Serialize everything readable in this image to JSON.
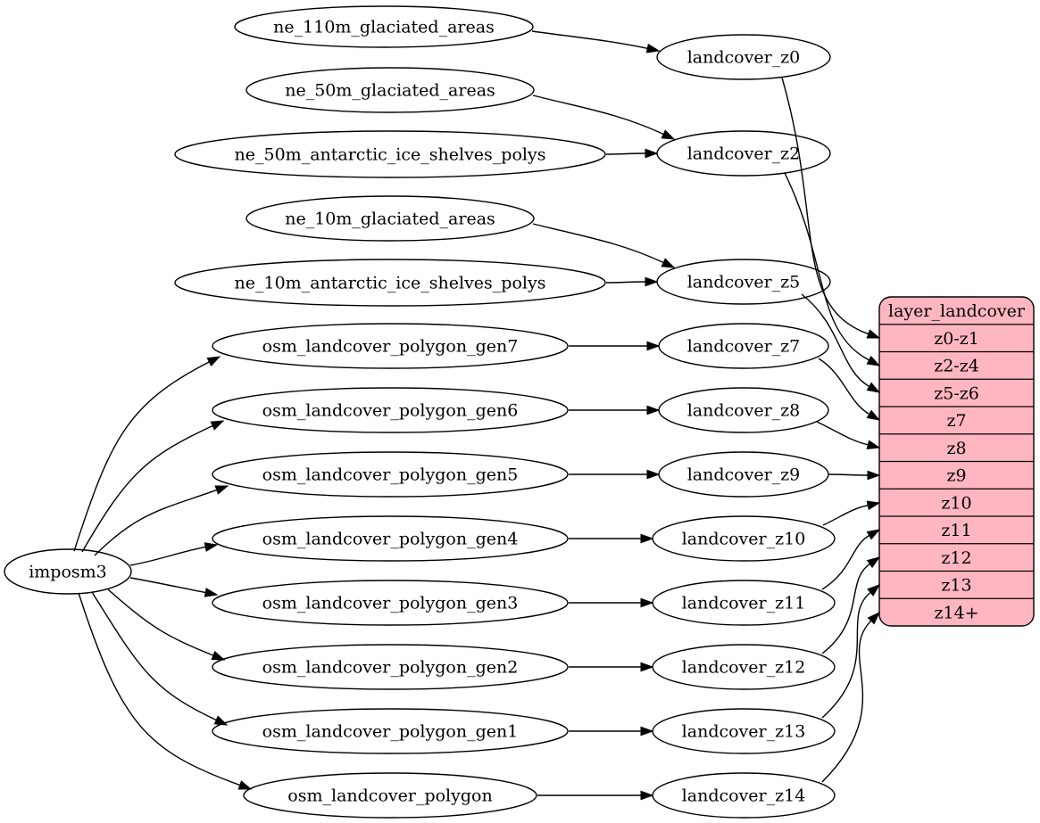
{
  "diagram": {
    "type": "dependency-graph",
    "colors": {
      "background": "#ffffff",
      "node_fill": "#ffffff",
      "node_stroke": "#000000",
      "edge": "#000000",
      "record_fill": "#ffb6c1",
      "text": "#000000"
    },
    "nodes": [
      {
        "id": "imposm3",
        "label": "imposm3"
      },
      {
        "id": "ne_110m_glaciated_areas",
        "label": "ne_110m_glaciated_areas"
      },
      {
        "id": "ne_50m_glaciated_areas",
        "label": "ne_50m_glaciated_areas"
      },
      {
        "id": "ne_50m_antarctic_ice_shelves_polys",
        "label": "ne_50m_antarctic_ice_shelves_polys"
      },
      {
        "id": "ne_10m_glaciated_areas",
        "label": "ne_10m_glaciated_areas"
      },
      {
        "id": "ne_10m_antarctic_ice_shelves_polys",
        "label": "ne_10m_antarctic_ice_shelves_polys"
      },
      {
        "id": "osm_landcover_polygon_gen7",
        "label": "osm_landcover_polygon_gen7"
      },
      {
        "id": "osm_landcover_polygon_gen6",
        "label": "osm_landcover_polygon_gen6"
      },
      {
        "id": "osm_landcover_polygon_gen5",
        "label": "osm_landcover_polygon_gen5"
      },
      {
        "id": "osm_landcover_polygon_gen4",
        "label": "osm_landcover_polygon_gen4"
      },
      {
        "id": "osm_landcover_polygon_gen3",
        "label": "osm_landcover_polygon_gen3"
      },
      {
        "id": "osm_landcover_polygon_gen2",
        "label": "osm_landcover_polygon_gen2"
      },
      {
        "id": "osm_landcover_polygon_gen1",
        "label": "osm_landcover_polygon_gen1"
      },
      {
        "id": "osm_landcover_polygon",
        "label": "osm_landcover_polygon"
      },
      {
        "id": "landcover_z0",
        "label": "landcover_z0"
      },
      {
        "id": "landcover_z2",
        "label": "landcover_z2"
      },
      {
        "id": "landcover_z5",
        "label": "landcover_z5"
      },
      {
        "id": "landcover_z7",
        "label": "landcover_z7"
      },
      {
        "id": "landcover_z8",
        "label": "landcover_z8"
      },
      {
        "id": "landcover_z9",
        "label": "landcover_z9"
      },
      {
        "id": "landcover_z10",
        "label": "landcover_z10"
      },
      {
        "id": "landcover_z11",
        "label": "landcover_z11"
      },
      {
        "id": "landcover_z12",
        "label": "landcover_z12"
      },
      {
        "id": "landcover_z13",
        "label": "landcover_z13"
      },
      {
        "id": "landcover_z14",
        "label": "landcover_z14"
      }
    ],
    "record": {
      "id": "layer_landcover",
      "title": "layer_landcover",
      "rows": [
        "z0-z1",
        "z2-z4",
        "z5-z6",
        "z7",
        "z8",
        "z9",
        "z10",
        "z11",
        "z12",
        "z13",
        "z14+"
      ]
    },
    "edges": [
      {
        "from": "imposm3",
        "to": "osm_landcover_polygon_gen7"
      },
      {
        "from": "imposm3",
        "to": "osm_landcover_polygon_gen6"
      },
      {
        "from": "imposm3",
        "to": "osm_landcover_polygon_gen5"
      },
      {
        "from": "imposm3",
        "to": "osm_landcover_polygon_gen4"
      },
      {
        "from": "imposm3",
        "to": "osm_landcover_polygon_gen3"
      },
      {
        "from": "imposm3",
        "to": "osm_landcover_polygon_gen2"
      },
      {
        "from": "imposm3",
        "to": "osm_landcover_polygon_gen1"
      },
      {
        "from": "imposm3",
        "to": "osm_landcover_polygon"
      },
      {
        "from": "ne_110m_glaciated_areas",
        "to": "landcover_z0"
      },
      {
        "from": "ne_50m_glaciated_areas",
        "to": "landcover_z2"
      },
      {
        "from": "ne_50m_antarctic_ice_shelves_polys",
        "to": "landcover_z2"
      },
      {
        "from": "ne_10m_glaciated_areas",
        "to": "landcover_z5"
      },
      {
        "from": "ne_10m_antarctic_ice_shelves_polys",
        "to": "landcover_z5"
      },
      {
        "from": "osm_landcover_polygon_gen7",
        "to": "landcover_z7"
      },
      {
        "from": "osm_landcover_polygon_gen6",
        "to": "landcover_z8"
      },
      {
        "from": "osm_landcover_polygon_gen5",
        "to": "landcover_z9"
      },
      {
        "from": "osm_landcover_polygon_gen4",
        "to": "landcover_z10"
      },
      {
        "from": "osm_landcover_polygon_gen3",
        "to": "landcover_z11"
      },
      {
        "from": "osm_landcover_polygon_gen2",
        "to": "landcover_z12"
      },
      {
        "from": "osm_landcover_polygon_gen1",
        "to": "landcover_z13"
      },
      {
        "from": "osm_landcover_polygon",
        "to": "landcover_z14"
      },
      {
        "from": "landcover_z0",
        "to": "layer_landcover",
        "row": "z0-z1"
      },
      {
        "from": "landcover_z2",
        "to": "layer_landcover",
        "row": "z2-z4"
      },
      {
        "from": "landcover_z5",
        "to": "layer_landcover",
        "row": "z5-z6"
      },
      {
        "from": "landcover_z7",
        "to": "layer_landcover",
        "row": "z7"
      },
      {
        "from": "landcover_z8",
        "to": "layer_landcover",
        "row": "z8"
      },
      {
        "from": "landcover_z9",
        "to": "layer_landcover",
        "row": "z9"
      },
      {
        "from": "landcover_z10",
        "to": "layer_landcover",
        "row": "z10"
      },
      {
        "from": "landcover_z11",
        "to": "layer_landcover",
        "row": "z11"
      },
      {
        "from": "landcover_z12",
        "to": "layer_landcover",
        "row": "z12"
      },
      {
        "from": "landcover_z13",
        "to": "layer_landcover",
        "row": "z13"
      },
      {
        "from": "landcover_z14",
        "to": "layer_landcover",
        "row": "z14+"
      }
    ]
  }
}
